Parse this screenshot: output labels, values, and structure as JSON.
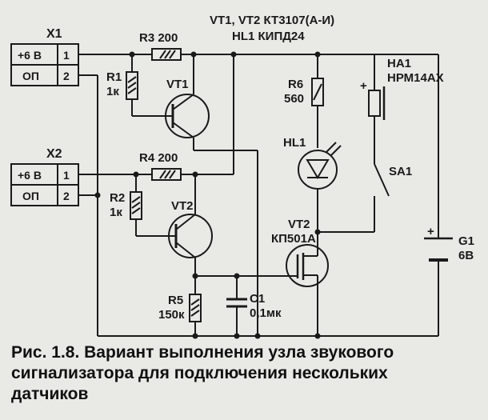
{
  "header": {
    "transistors": "VT1, VT2 КТ3107(А-И)",
    "led": "HL1  КИПД24"
  },
  "x1": {
    "name": "X1",
    "pin1_label": "+6 В",
    "pin1_num": "1",
    "pin2_label": "ОП",
    "pin2_num": "2"
  },
  "x2": {
    "name": "X2",
    "pin1_label": "+6 В",
    "pin1_num": "1",
    "pin2_label": "ОП",
    "pin2_num": "2"
  },
  "components": {
    "r3": "R3 200",
    "r4": "R4 200",
    "r1_name": "R1",
    "r1_value": "1к",
    "r2_name": "R2",
    "r2_value": "1к",
    "vt1": "VT1",
    "vt2_top": "VT2",
    "vt2_name": "VT2",
    "vt2_type": "КП501А",
    "r6_name": "R6",
    "r6_value": "560",
    "hl1": "HL1",
    "ha1_name": "HA1",
    "ha1_type": "НРМ14АХ",
    "ha1_plus": "+",
    "sa1": "SA1",
    "g1_name": "G1",
    "g1_value": "6В",
    "g1_plus": "+",
    "r5_name": "R5",
    "r5_value": "150к",
    "c1_name": "C1",
    "c1_value": "0,1мк"
  },
  "caption": {
    "line1": "Рис. 1.8. Вариант выполнения узла звукового",
    "line2": "сигнализатора для подключения нескольких",
    "line3": "датчиков"
  }
}
